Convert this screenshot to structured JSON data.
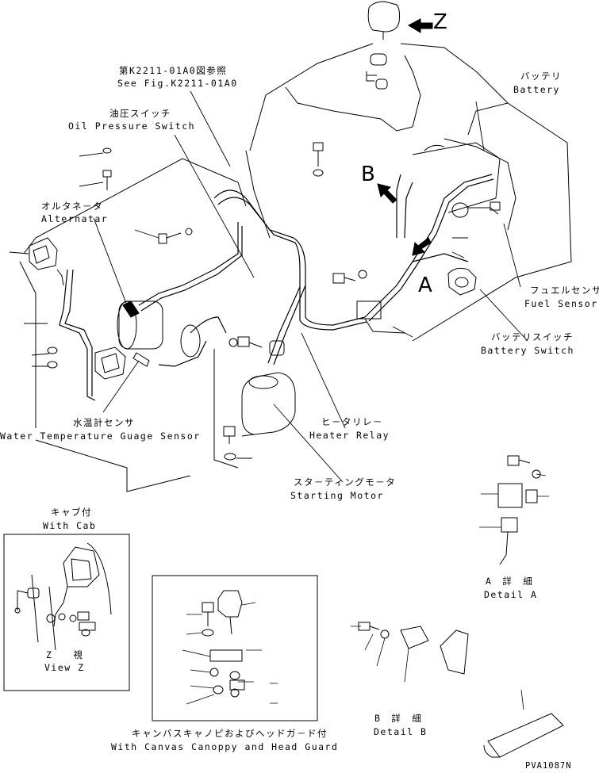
{
  "labels": {
    "see_fig_ja": "第K2211-01A0図参照",
    "see_fig_en": "See Fig.K2211-01A0",
    "oil_ja": "油圧スイッチ",
    "oil_en": "Oil Pressure Switch",
    "alt_ja": "オルタネ－タ",
    "alt_en": "Alternatar",
    "battery_ja": "バッテリ",
    "battery_en": "Battery",
    "fuel_ja": "フュエルセンサ",
    "fuel_en": "Fuel Sensor",
    "bswitch_ja": "バッテリスイッチ",
    "bswitch_en": "Battery Switch",
    "water_ja": "水温計センサ",
    "water_en": "Water Temperature Guage Sensor",
    "heater_ja": "ヒ－タリレ－",
    "heater_en": "Heater Relay",
    "starting_ja": "スタ－ティングモ－タ",
    "starting_en": "Starting Motor",
    "cab_ja": "キャブ付",
    "cab_en": "With Cab",
    "viewz_ja": "Z　　視",
    "viewz_en": "View Z",
    "canopy_ja": "キャンバスキャノピおよびヘッドガ－ド付",
    "canopy_en": "With Canvas Canoppy and Head Guard",
    "detaila_ja": "A　詳　細",
    "detaila_en": "Detail A",
    "detailb_ja": "B　詳　細",
    "detailb_en": "Detail B",
    "code": "PVA1087N"
  },
  "callouts": {
    "z": "Z",
    "b": "B",
    "a": "A"
  }
}
